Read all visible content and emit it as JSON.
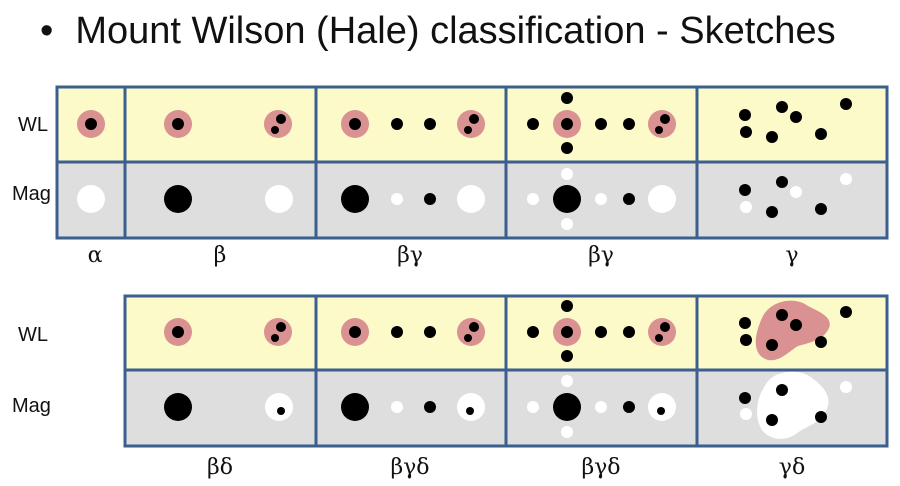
{
  "title": "Mount Wilson (Hale) classification - Sketches",
  "row_labels": {
    "wl": "WL",
    "mag": "Mag"
  },
  "top_classes": [
    "α",
    "β",
    "βγ",
    "βγ",
    "γ"
  ],
  "bottom_classes": [
    "βδ",
    "βγδ",
    "βγδ",
    "γδ"
  ],
  "colors": {
    "wl_bg": "#fcfac8",
    "mag_bg": "#dedede",
    "border": "#3b5f8f",
    "penumbra": "#d99191",
    "umbra": "#000000",
    "positive": "#ffffff"
  }
}
